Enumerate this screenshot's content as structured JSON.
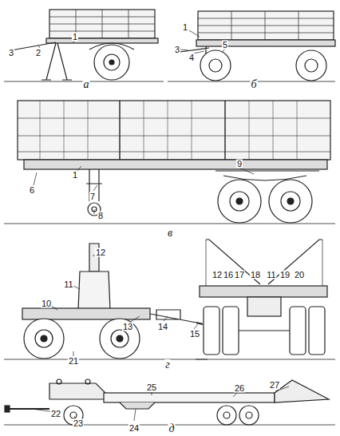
{
  "diagram": {
    "labels": [
      "1",
      "2",
      "3",
      "а",
      "1",
      "3",
      "4",
      "5",
      "б",
      "1",
      "6",
      "7",
      "8",
      "9",
      "в",
      "12",
      "11",
      "10",
      "13",
      "14",
      "15",
      "21",
      "г",
      "12",
      "16",
      "17",
      "18",
      "11",
      "19",
      "20",
      "25",
      "26",
      "27",
      "22",
      "23",
      "24",
      "д"
    ]
  }
}
